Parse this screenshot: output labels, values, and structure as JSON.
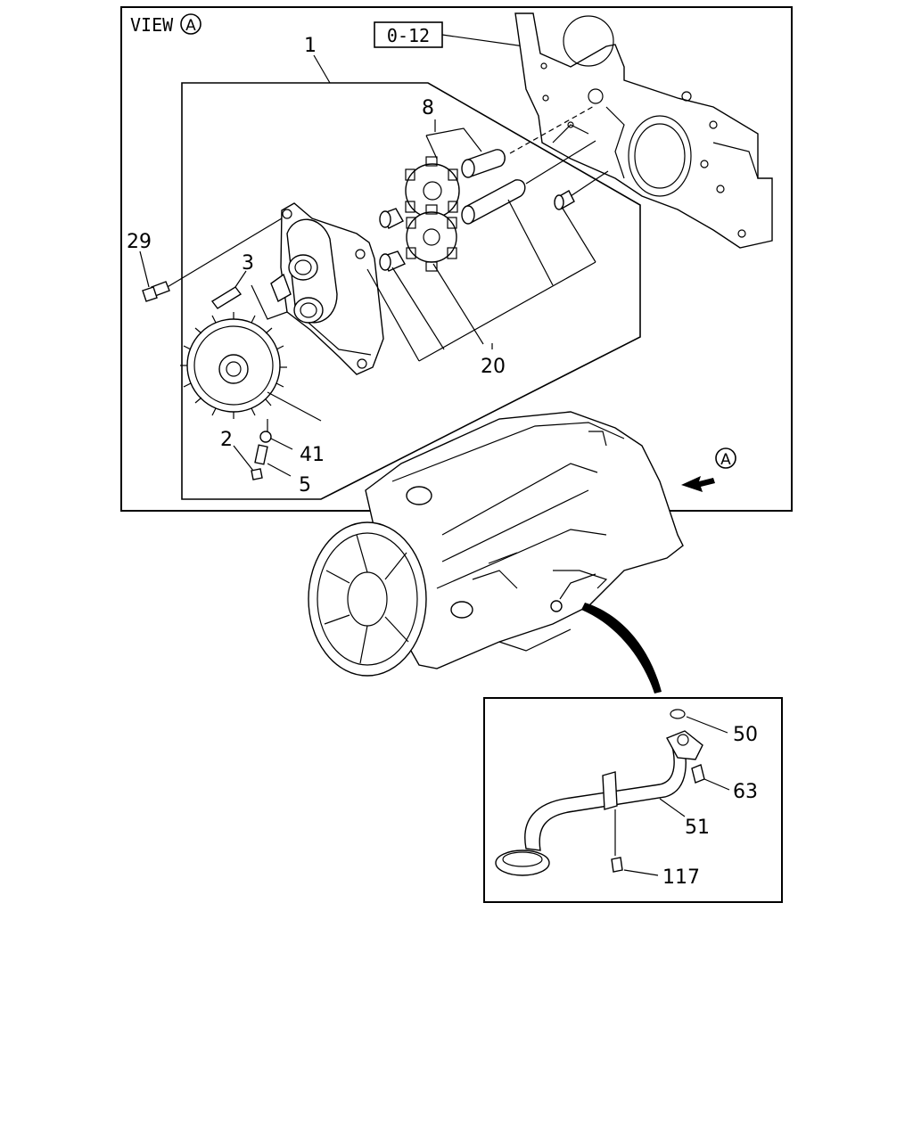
{
  "view_label": "VIEW",
  "view_marker": "A",
  "ref_box": "0-12",
  "arrow_marker": "A",
  "callouts": {
    "c1": "1",
    "c2": "2",
    "c3": "3",
    "c5": "5",
    "c8": "8",
    "c20": "20",
    "c29": "29",
    "c41": "41",
    "c50": "50",
    "c51": "51",
    "c63": "63",
    "c117": "117"
  }
}
